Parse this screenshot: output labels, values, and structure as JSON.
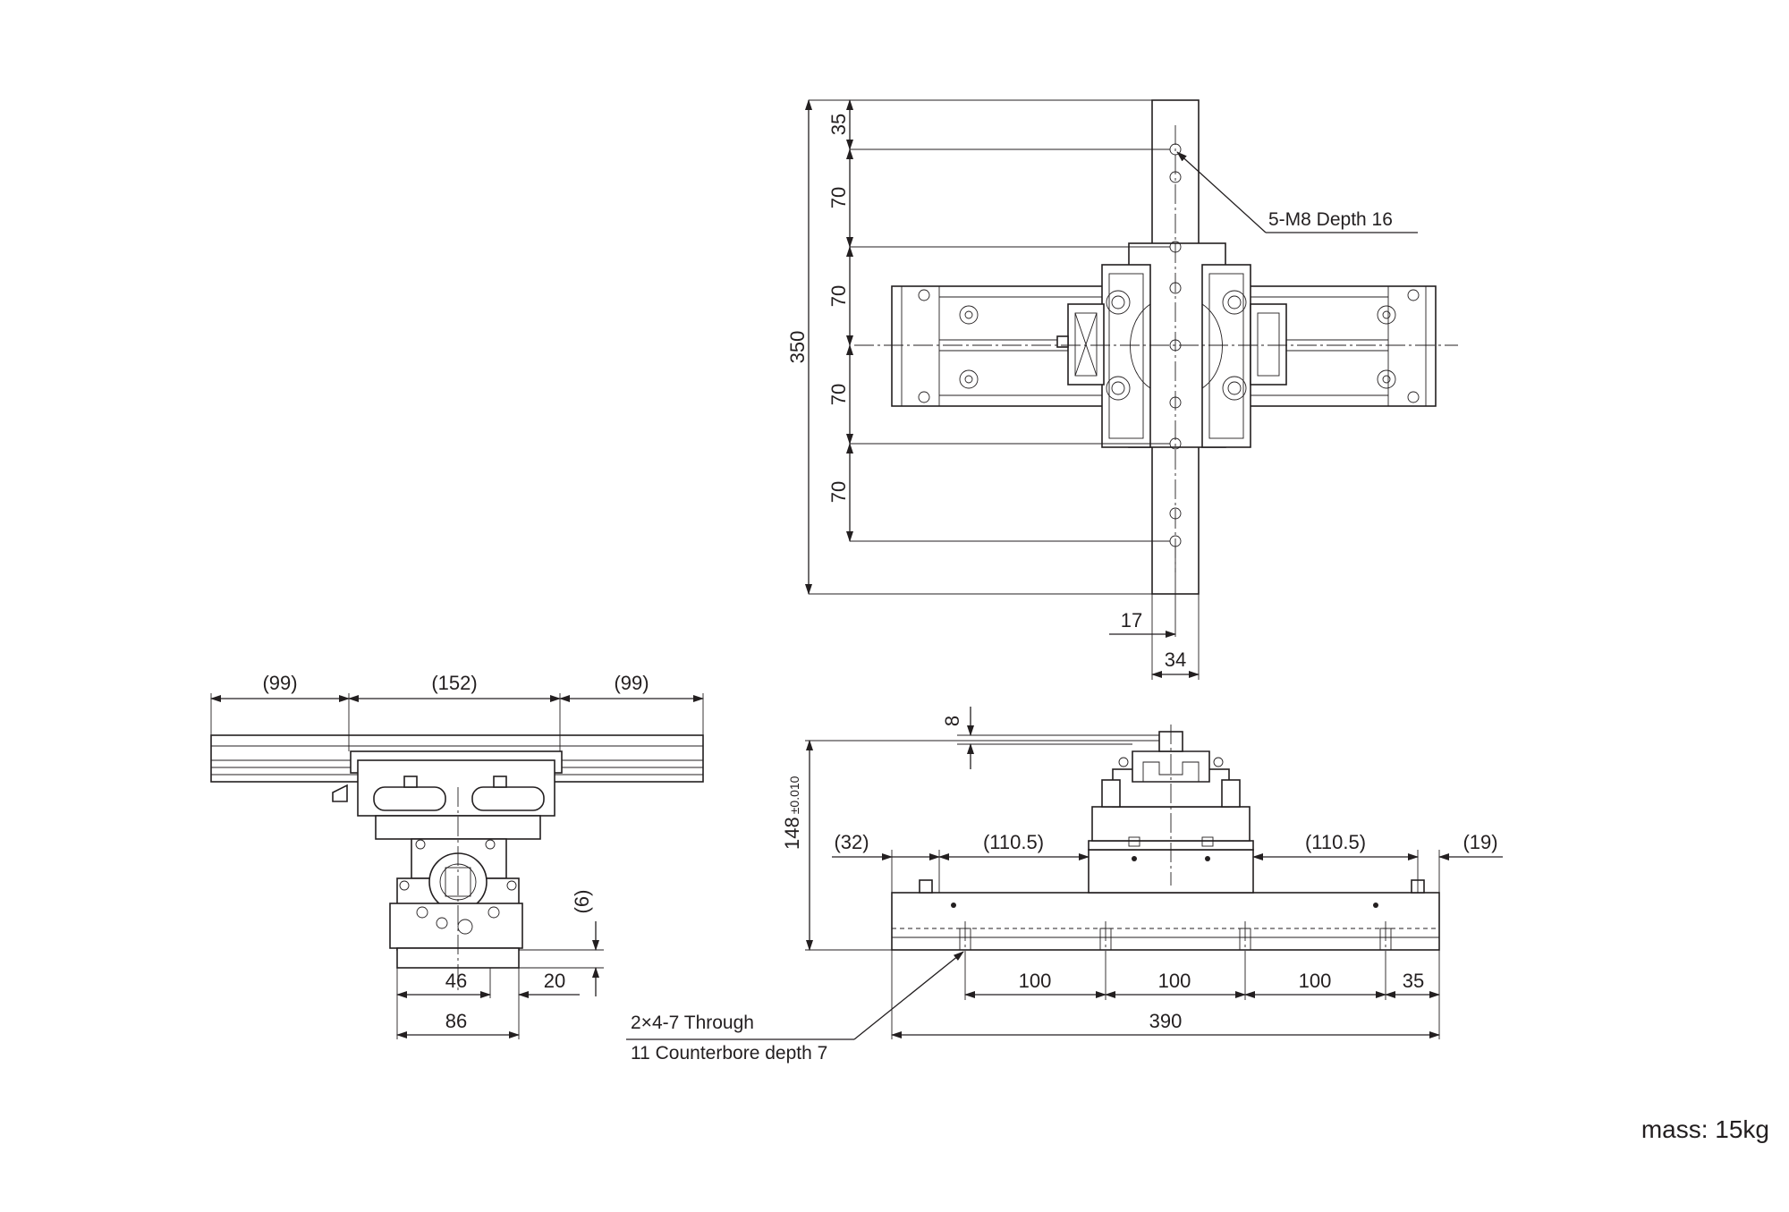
{
  "top_view": {
    "dims": {
      "d35": "35",
      "d70a": "70",
      "d70b": "70",
      "d70c": "70",
      "d70d": "70",
      "d350": "350",
      "d17": "17",
      "d34": "34"
    },
    "note_holes": "5-M8 Depth 16"
  },
  "left_view": {
    "dims": {
      "d99l": "(99)",
      "d152": "(152)",
      "d99r": "(99)",
      "d6": "(6)",
      "d46": "46",
      "d20": "20",
      "d86": "86"
    }
  },
  "front_view": {
    "dims": {
      "d8": "8",
      "d148": "148",
      "d148_tol": "±0.010",
      "d32": "(32)",
      "d110l": "(110.5)",
      "d110r": "(110.5)",
      "d19": "(19)",
      "d100a": "100",
      "d100b": "100",
      "d100c": "100",
      "d35": "35",
      "d390": "390"
    },
    "note_line1": "2×4-7 Through",
    "note_line2": "11 Counterbore depth 7"
  },
  "mass": "mass: 15kg"
}
